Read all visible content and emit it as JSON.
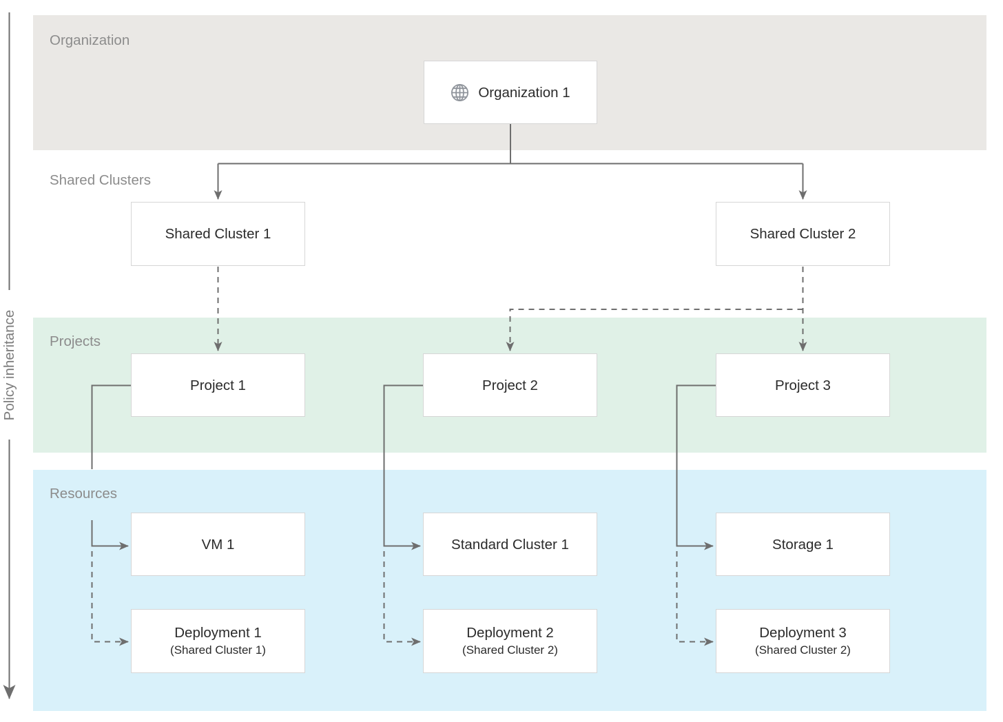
{
  "policy_axis": {
    "label": "Policy inheritance"
  },
  "bands": {
    "organization": {
      "label": "Organization",
      "bg": "#eae8e5"
    },
    "shared_clusters": {
      "label": "Shared Clusters",
      "bg": "#ffffff"
    },
    "projects": {
      "label": "Projects",
      "bg": "#e0f1e7"
    },
    "resources": {
      "label": "Resources",
      "bg": "#d9f1fa"
    }
  },
  "nodes": {
    "organization_1": {
      "label": "Organization 1",
      "icon": "globe-icon"
    },
    "shared_cluster_1": {
      "label": "Shared Cluster 1"
    },
    "shared_cluster_2": {
      "label": "Shared Cluster 2"
    },
    "project_1": {
      "label": "Project 1"
    },
    "project_2": {
      "label": "Project 2"
    },
    "project_3": {
      "label": "Project 3"
    },
    "vm_1": {
      "label": "VM 1"
    },
    "standard_cluster_1": {
      "label": "Standard Cluster 1"
    },
    "storage_1": {
      "label": "Storage 1"
    },
    "deployment_1": {
      "label": "Deployment 1",
      "sublabel": "(Shared Cluster 1)"
    },
    "deployment_2": {
      "label": "Deployment 2",
      "sublabel": "(Shared Cluster 2)"
    },
    "deployment_3": {
      "label": "Deployment 3",
      "sublabel": "(Shared Cluster 2)"
    }
  },
  "edges": [
    {
      "from": "organization-1",
      "to": "shared-cluster-1",
      "style": "solid"
    },
    {
      "from": "organization-1",
      "to": "shared-cluster-2",
      "style": "solid"
    },
    {
      "from": "shared-cluster-1",
      "to": "project-1",
      "style": "dashed"
    },
    {
      "from": "shared-cluster-2",
      "to": "project-2",
      "style": "dashed"
    },
    {
      "from": "shared-cluster-2",
      "to": "project-3",
      "style": "dashed"
    },
    {
      "from": "project-1",
      "to": "vm-1",
      "style": "solid"
    },
    {
      "from": "project-1",
      "to": "deployment-1",
      "style": "dashed"
    },
    {
      "from": "project-2",
      "to": "standard-cluster-1",
      "style": "solid"
    },
    {
      "from": "project-2",
      "to": "deployment-2",
      "style": "dashed"
    },
    {
      "from": "project-3",
      "to": "storage-1",
      "style": "solid"
    },
    {
      "from": "project-3",
      "to": "deployment-3",
      "style": "dashed"
    }
  ],
  "colors": {
    "connector": "#6e6e6e",
    "band_label": "#8c8c8c",
    "node_border": "#d6d6d6",
    "node_text": "#2b2b2b",
    "globe_icon": "#8f949b"
  }
}
